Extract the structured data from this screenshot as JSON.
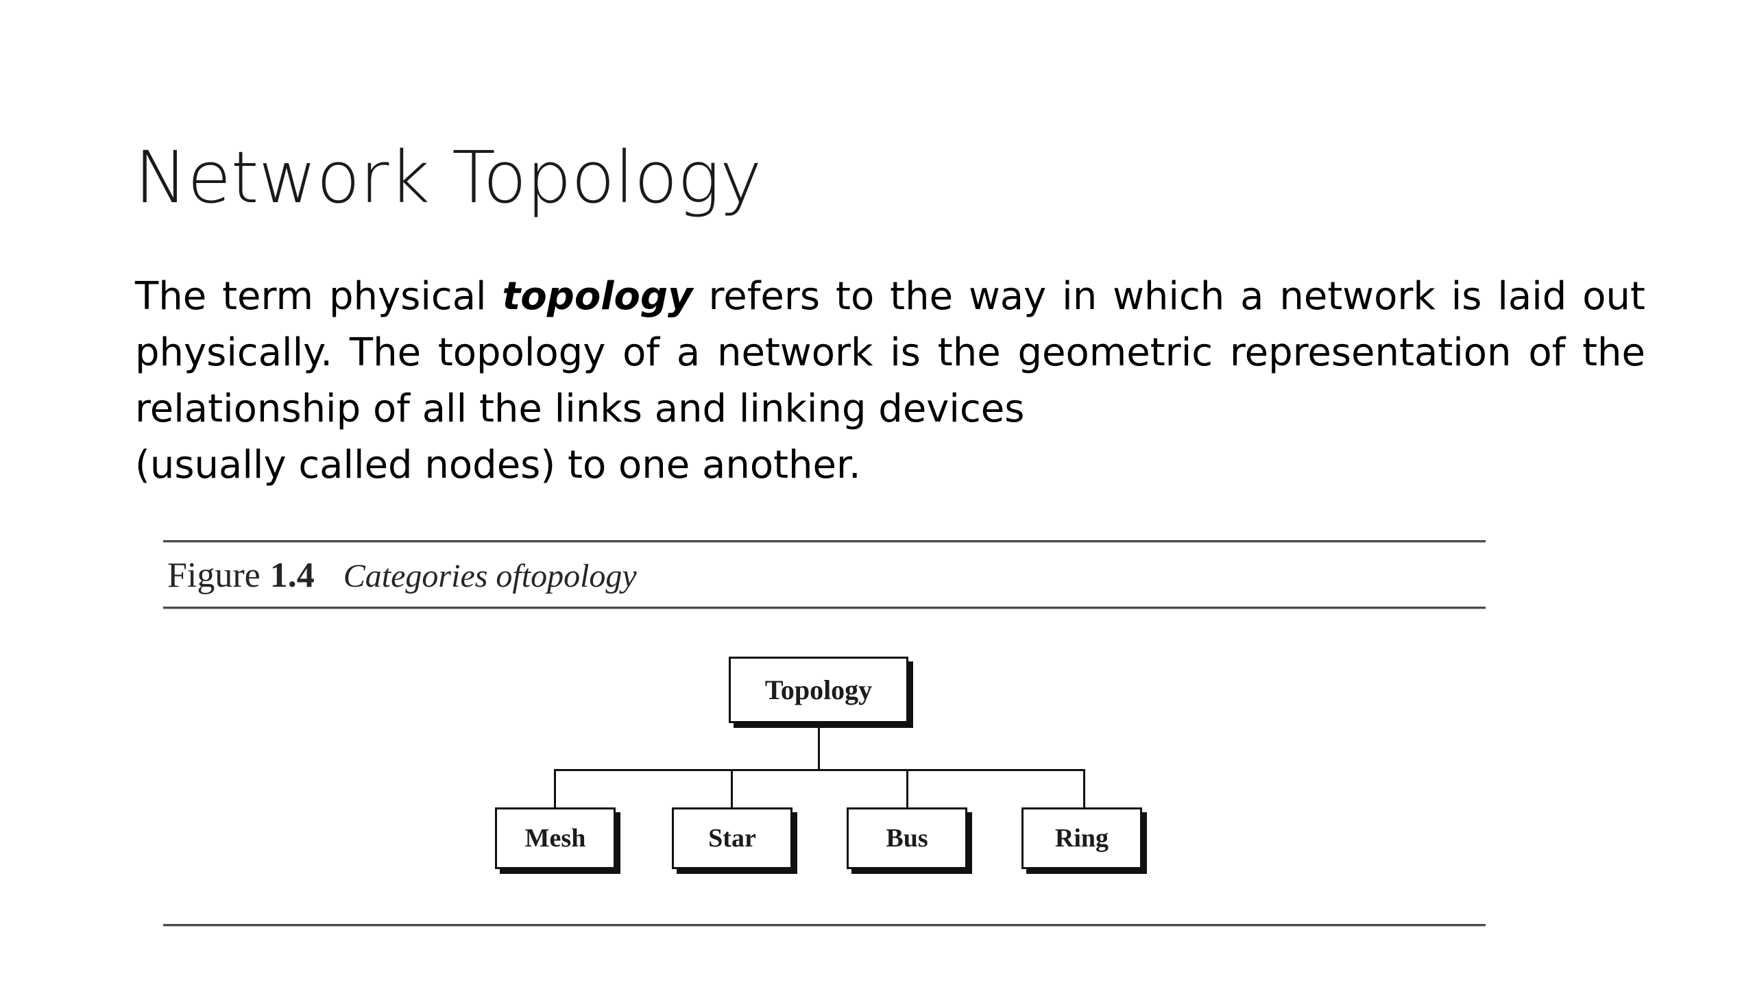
{
  "slide": {
    "title": "Network Topology",
    "background_color": "#ffffff",
    "text_color": "#000000"
  },
  "body": {
    "part1": "The term physical ",
    "emphasis": "topology",
    "part2": " refers to the way in which a network is laid out physically. The topology of a network is the geometric representation of the relationship of all the links and linking devices ",
    "part3": "(usually called nodes) to one another.",
    "full_text": "The term physical topology refers to the way in which a network is laid out physically. The topology of a network is the geometric representation of the relationship of all the links and linking devices (usually called nodes) to one another."
  },
  "figure": {
    "caption_word": "Figure",
    "caption_number": "1.4",
    "caption_title": "Categories oftopology",
    "rule_color": "#4d4d4d",
    "diagram": {
      "type": "tree",
      "root": {
        "label": "Topology"
      },
      "children": [
        {
          "label": "Mesh"
        },
        {
          "label": "Star"
        },
        {
          "label": "Bus"
        },
        {
          "label": "Ring"
        }
      ],
      "box_border_color": "#111111",
      "box_fill_color": "#ffffff",
      "shadow_color": "#111111"
    }
  }
}
